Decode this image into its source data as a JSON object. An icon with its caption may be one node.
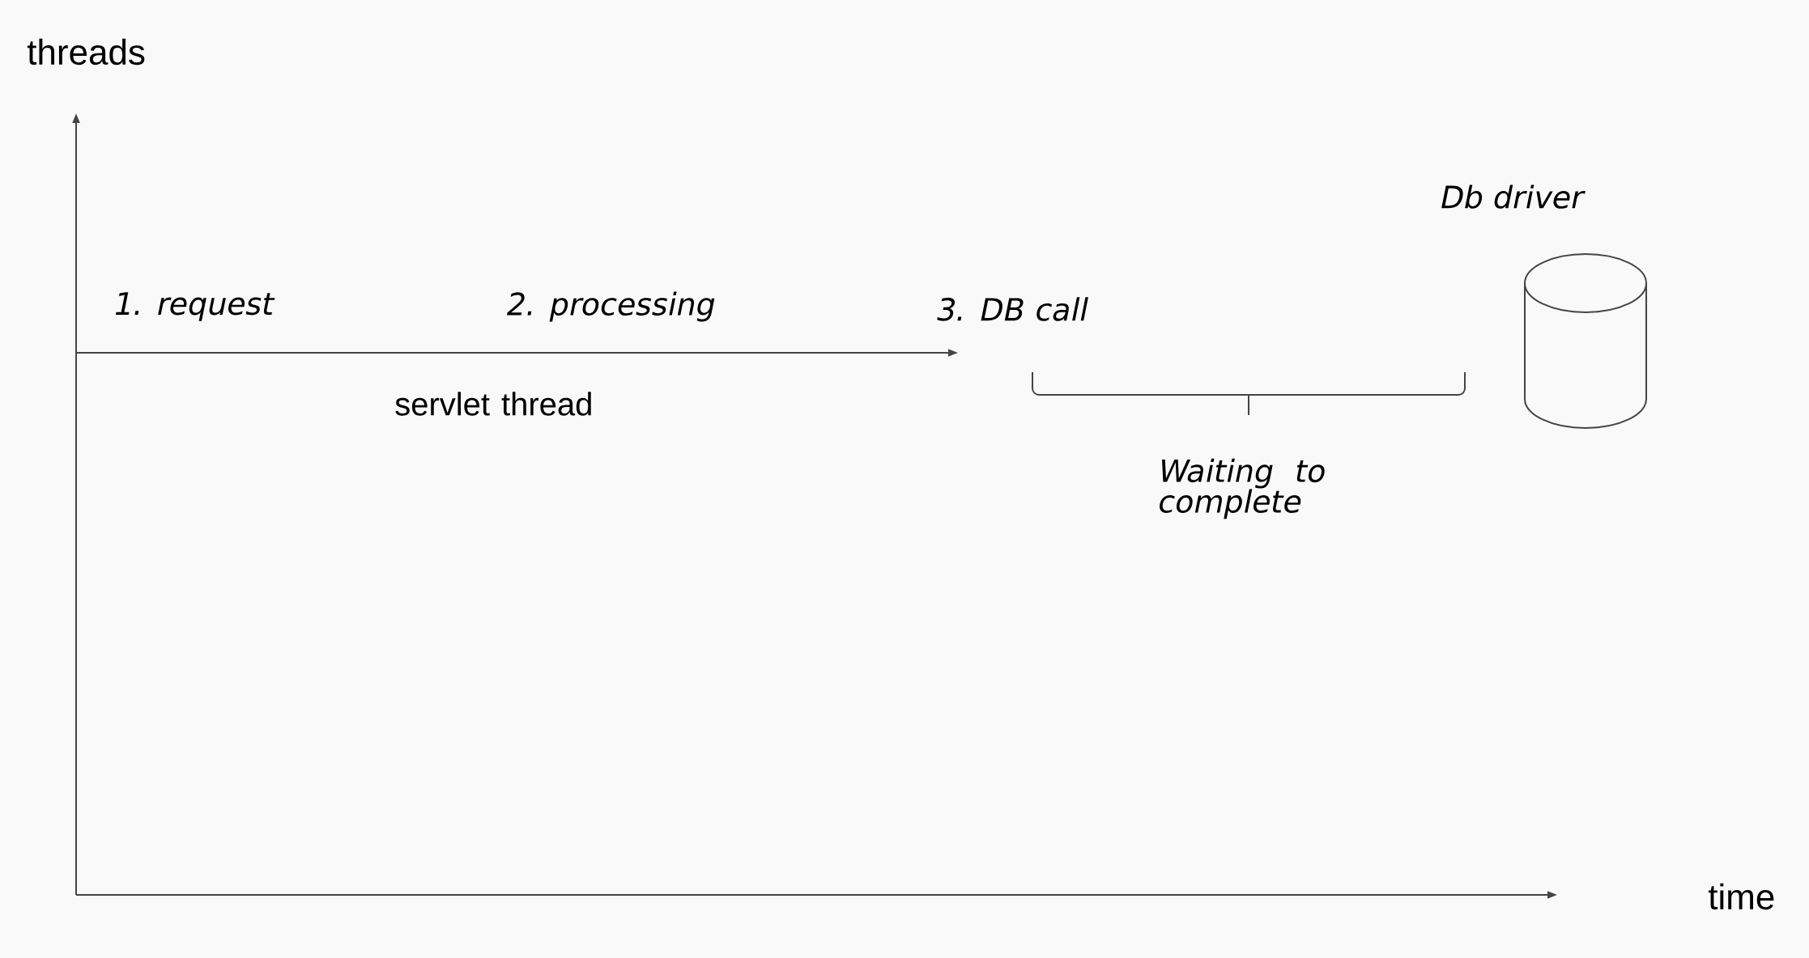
{
  "diagram": {
    "nodes": [
      {
        "text": [
          "Db driver"
        ]
      }
    ],
    "labels": [
      "threads",
      "1. request",
      "2. processing",
      "3. DB call",
      "servlet thread",
      "Waiting to complete",
      "time"
    ]
  }
}
